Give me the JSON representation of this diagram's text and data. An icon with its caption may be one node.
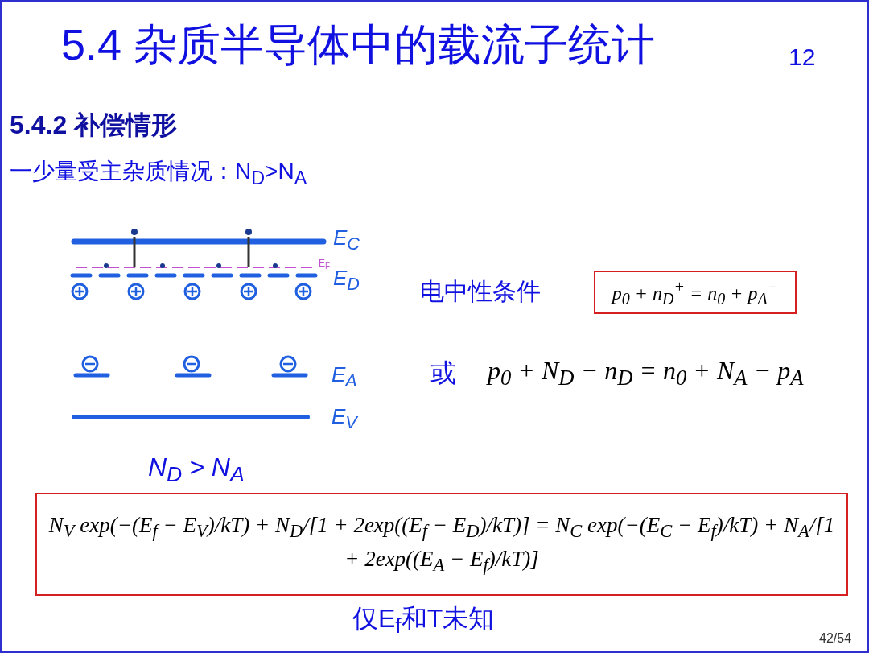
{
  "diagram": {
    "title": "5.4 杂质半导体中的载流子统计",
    "nodes": [
      {
        "text": [
          "p$_{0}$ + n$_{D}$$^{+}$ = n$_{0}$ + p$_{A}$$^{−}$"
        ]
      },
      {
        "text": [
          "N$_{V}$ exp(−(E$_{f}$ − E$_{V}$)/kT) + N$_{D}$/[1 + 2exp((E$_{f}$ − E$_{D}$)/kT)] = N$_{C}$ exp(−(E$_{C}$ − E$_{f}$)/kT) + N$_{A}$/[1 + 2exp((E$_{A}$ − E$_{f}$)/kT)]"
        ]
      }
    ],
    "edges": [],
    "labels": [
      "12",
      "5.4.2 补偿情形",
      "一少量受主杂质情况：N$_{D}$>N$_{A}$",
      "E$_{C}$",
      "E$_{F}$",
      "E$_{D}$",
      "电中性条件",
      "或",
      "p$_{0}$ + N$_{D}$ − n$_{D}$ = n$_{0}$ + N$_{A}$ − p$_{A}$",
      "E$_{A}$",
      "E$_{V}$",
      "N$_{D}$ > N$_{A}$",
      "仅E$_{f}$和T未知",
      "42/54"
    ]
  }
}
